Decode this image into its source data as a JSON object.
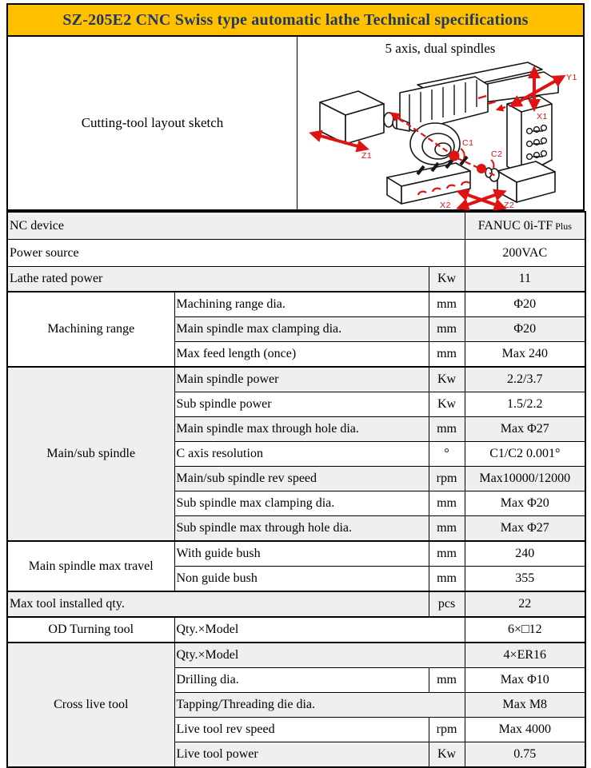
{
  "title": "SZ-205E2 CNC Swiss type automatic lathe Technical specifications",
  "colors": {
    "title_bg": "#FFC000",
    "title_text": "#1F3864",
    "row_alt_gray": "#EFEFEF",
    "border": "#000000",
    "sketch_red": "#E01212"
  },
  "sketch": {
    "cell_label": "Cutting-tool layout sketch",
    "caption": "5 axis, dual spindles",
    "axes": {
      "y1": "Y1",
      "x1": "X1",
      "z1": "Z1",
      "c1": "C1",
      "c2": "C2",
      "x2": "X2",
      "z2": "Z2"
    }
  },
  "table": {
    "rows": [
      {
        "bg": "g",
        "tall": true,
        "cells": [
          {
            "t": "NC device",
            "cs": 3,
            "cls": "lab"
          },
          {
            "t": "FANUC 0i-TF",
            "small": " Plus",
            "cls": "val"
          }
        ]
      },
      {
        "bg": "w",
        "tall": true,
        "cells": [
          {
            "t": "Power source",
            "cs": 3,
            "cls": "lab"
          },
          {
            "t": "200VAC",
            "cls": "val"
          }
        ]
      },
      {
        "bg": "g",
        "cells": [
          {
            "t": "Lathe rated power",
            "cs": 2,
            "cls": "lab"
          },
          {
            "t": "Kw",
            "cls": "unit"
          },
          {
            "t": "11",
            "cls": "val"
          }
        ]
      },
      {
        "bg": "w",
        "sep": true,
        "cells": [
          {
            "t": "Machining range",
            "rs": 3,
            "cls": "grp",
            "bg": "w"
          },
          {
            "t": "Machining range dia.",
            "cls": "desc"
          },
          {
            "t": "mm",
            "cls": "unit"
          },
          {
            "t": "Φ20",
            "cls": "val"
          }
        ]
      },
      {
        "bg": "g",
        "cells": [
          {
            "t": "Main spindle max clamping dia.",
            "cls": "desc"
          },
          {
            "t": "mm",
            "cls": "unit"
          },
          {
            "t": "Φ20",
            "cls": "val"
          }
        ]
      },
      {
        "bg": "w",
        "cells": [
          {
            "t": "Max feed length (once)",
            "cls": "desc"
          },
          {
            "t": "mm",
            "cls": "unit"
          },
          {
            "t": "Max 240",
            "cls": "val"
          }
        ]
      },
      {
        "bg": "g",
        "sep": true,
        "cells": [
          {
            "t": "Main/sub spindle",
            "rs": 7,
            "cls": "grp",
            "bg": "g"
          },
          {
            "t": "Main spindle power",
            "cls": "desc"
          },
          {
            "t": "Kw",
            "cls": "unit"
          },
          {
            "t": "2.2/3.7",
            "cls": "val"
          }
        ]
      },
      {
        "bg": "w",
        "cells": [
          {
            "t": "Sub spindle power",
            "cls": "desc"
          },
          {
            "t": "Kw",
            "cls": "unit"
          },
          {
            "t": "1.5/2.2",
            "cls": "val"
          }
        ]
      },
      {
        "bg": "g",
        "cells": [
          {
            "t": "Main spindle max through hole dia.",
            "cls": "desc"
          },
          {
            "t": "mm",
            "cls": "unit"
          },
          {
            "t": "Max Φ27",
            "cls": "val"
          }
        ]
      },
      {
        "bg": "w",
        "cells": [
          {
            "t": "C axis resolution",
            "cls": "desc"
          },
          {
            "t": "°",
            "cls": "unit"
          },
          {
            "t": "C1/C2 0.001°",
            "cls": "val"
          }
        ]
      },
      {
        "bg": "g",
        "cells": [
          {
            "t": "Main/sub spindle rev speed",
            "cls": "desc"
          },
          {
            "t": "rpm",
            "cls": "unit"
          },
          {
            "t": "Max10000/12000",
            "cls": "val"
          }
        ]
      },
      {
        "bg": "w",
        "cells": [
          {
            "t": "Sub spindle max clamping dia.",
            "cls": "desc"
          },
          {
            "t": "mm",
            "cls": "unit"
          },
          {
            "t": "Max Φ20",
            "cls": "val"
          }
        ]
      },
      {
        "bg": "g",
        "cells": [
          {
            "t": "Sub spindle max through hole dia.",
            "cls": "desc"
          },
          {
            "t": "mm",
            "cls": "unit"
          },
          {
            "t": "Max Φ27",
            "cls": "val"
          }
        ]
      },
      {
        "bg": "w",
        "sep": true,
        "cells": [
          {
            "t": "Main spindle max travel",
            "rs": 2,
            "cls": "grp",
            "bg": "w"
          },
          {
            "t": "With guide bush",
            "cls": "desc"
          },
          {
            "t": "mm",
            "cls": "unit"
          },
          {
            "t": "240",
            "cls": "val"
          }
        ]
      },
      {
        "bg": "w",
        "cells": [
          {
            "t": "Non guide bush",
            "cls": "desc"
          },
          {
            "t": "mm",
            "cls": "unit"
          },
          {
            "t": "355",
            "cls": "val"
          }
        ]
      },
      {
        "bg": "g",
        "sep": true,
        "cells": [
          {
            "t": "Max tool installed qty.",
            "cs": 2,
            "cls": "lab"
          },
          {
            "t": "pcs",
            "cls": "unit"
          },
          {
            "t": "22",
            "cls": "val"
          }
        ]
      },
      {
        "bg": "w",
        "sep": true,
        "cells": [
          {
            "t": "OD Turning tool",
            "cls": "grp"
          },
          {
            "t": "Qty.×Model",
            "cs": 2,
            "cls": "desc"
          },
          {
            "t": "6×□12",
            "cls": "val"
          }
        ]
      },
      {
        "bg": "g",
        "sep": true,
        "cells": [
          {
            "t": "Cross live tool",
            "rs": 5,
            "cls": "grp",
            "bg": "g"
          },
          {
            "t": "Qty.×Model",
            "cs": 2,
            "cls": "desc"
          },
          {
            "t": "4×ER16",
            "cls": "val"
          }
        ]
      },
      {
        "bg": "w",
        "cells": [
          {
            "t": "Drilling dia.",
            "cls": "desc"
          },
          {
            "t": "mm",
            "cls": "unit"
          },
          {
            "t": "Max Φ10",
            "cls": "val"
          }
        ]
      },
      {
        "bg": "g",
        "cells": [
          {
            "t": "Tapping/Threading die dia.",
            "cs": 2,
            "cls": "desc"
          },
          {
            "t": "Max M8",
            "cls": "val"
          }
        ]
      },
      {
        "bg": "w",
        "cells": [
          {
            "t": "Live tool rev speed",
            "cls": "desc"
          },
          {
            "t": "rpm",
            "cls": "unit"
          },
          {
            "t": "Max 4000",
            "cls": "val"
          }
        ]
      },
      {
        "bg": "g",
        "cells": [
          {
            "t": "Live tool power",
            "cls": "desc"
          },
          {
            "t": "Kw",
            "cls": "unit"
          },
          {
            "t": "0.75",
            "cls": "val"
          }
        ]
      }
    ]
  }
}
